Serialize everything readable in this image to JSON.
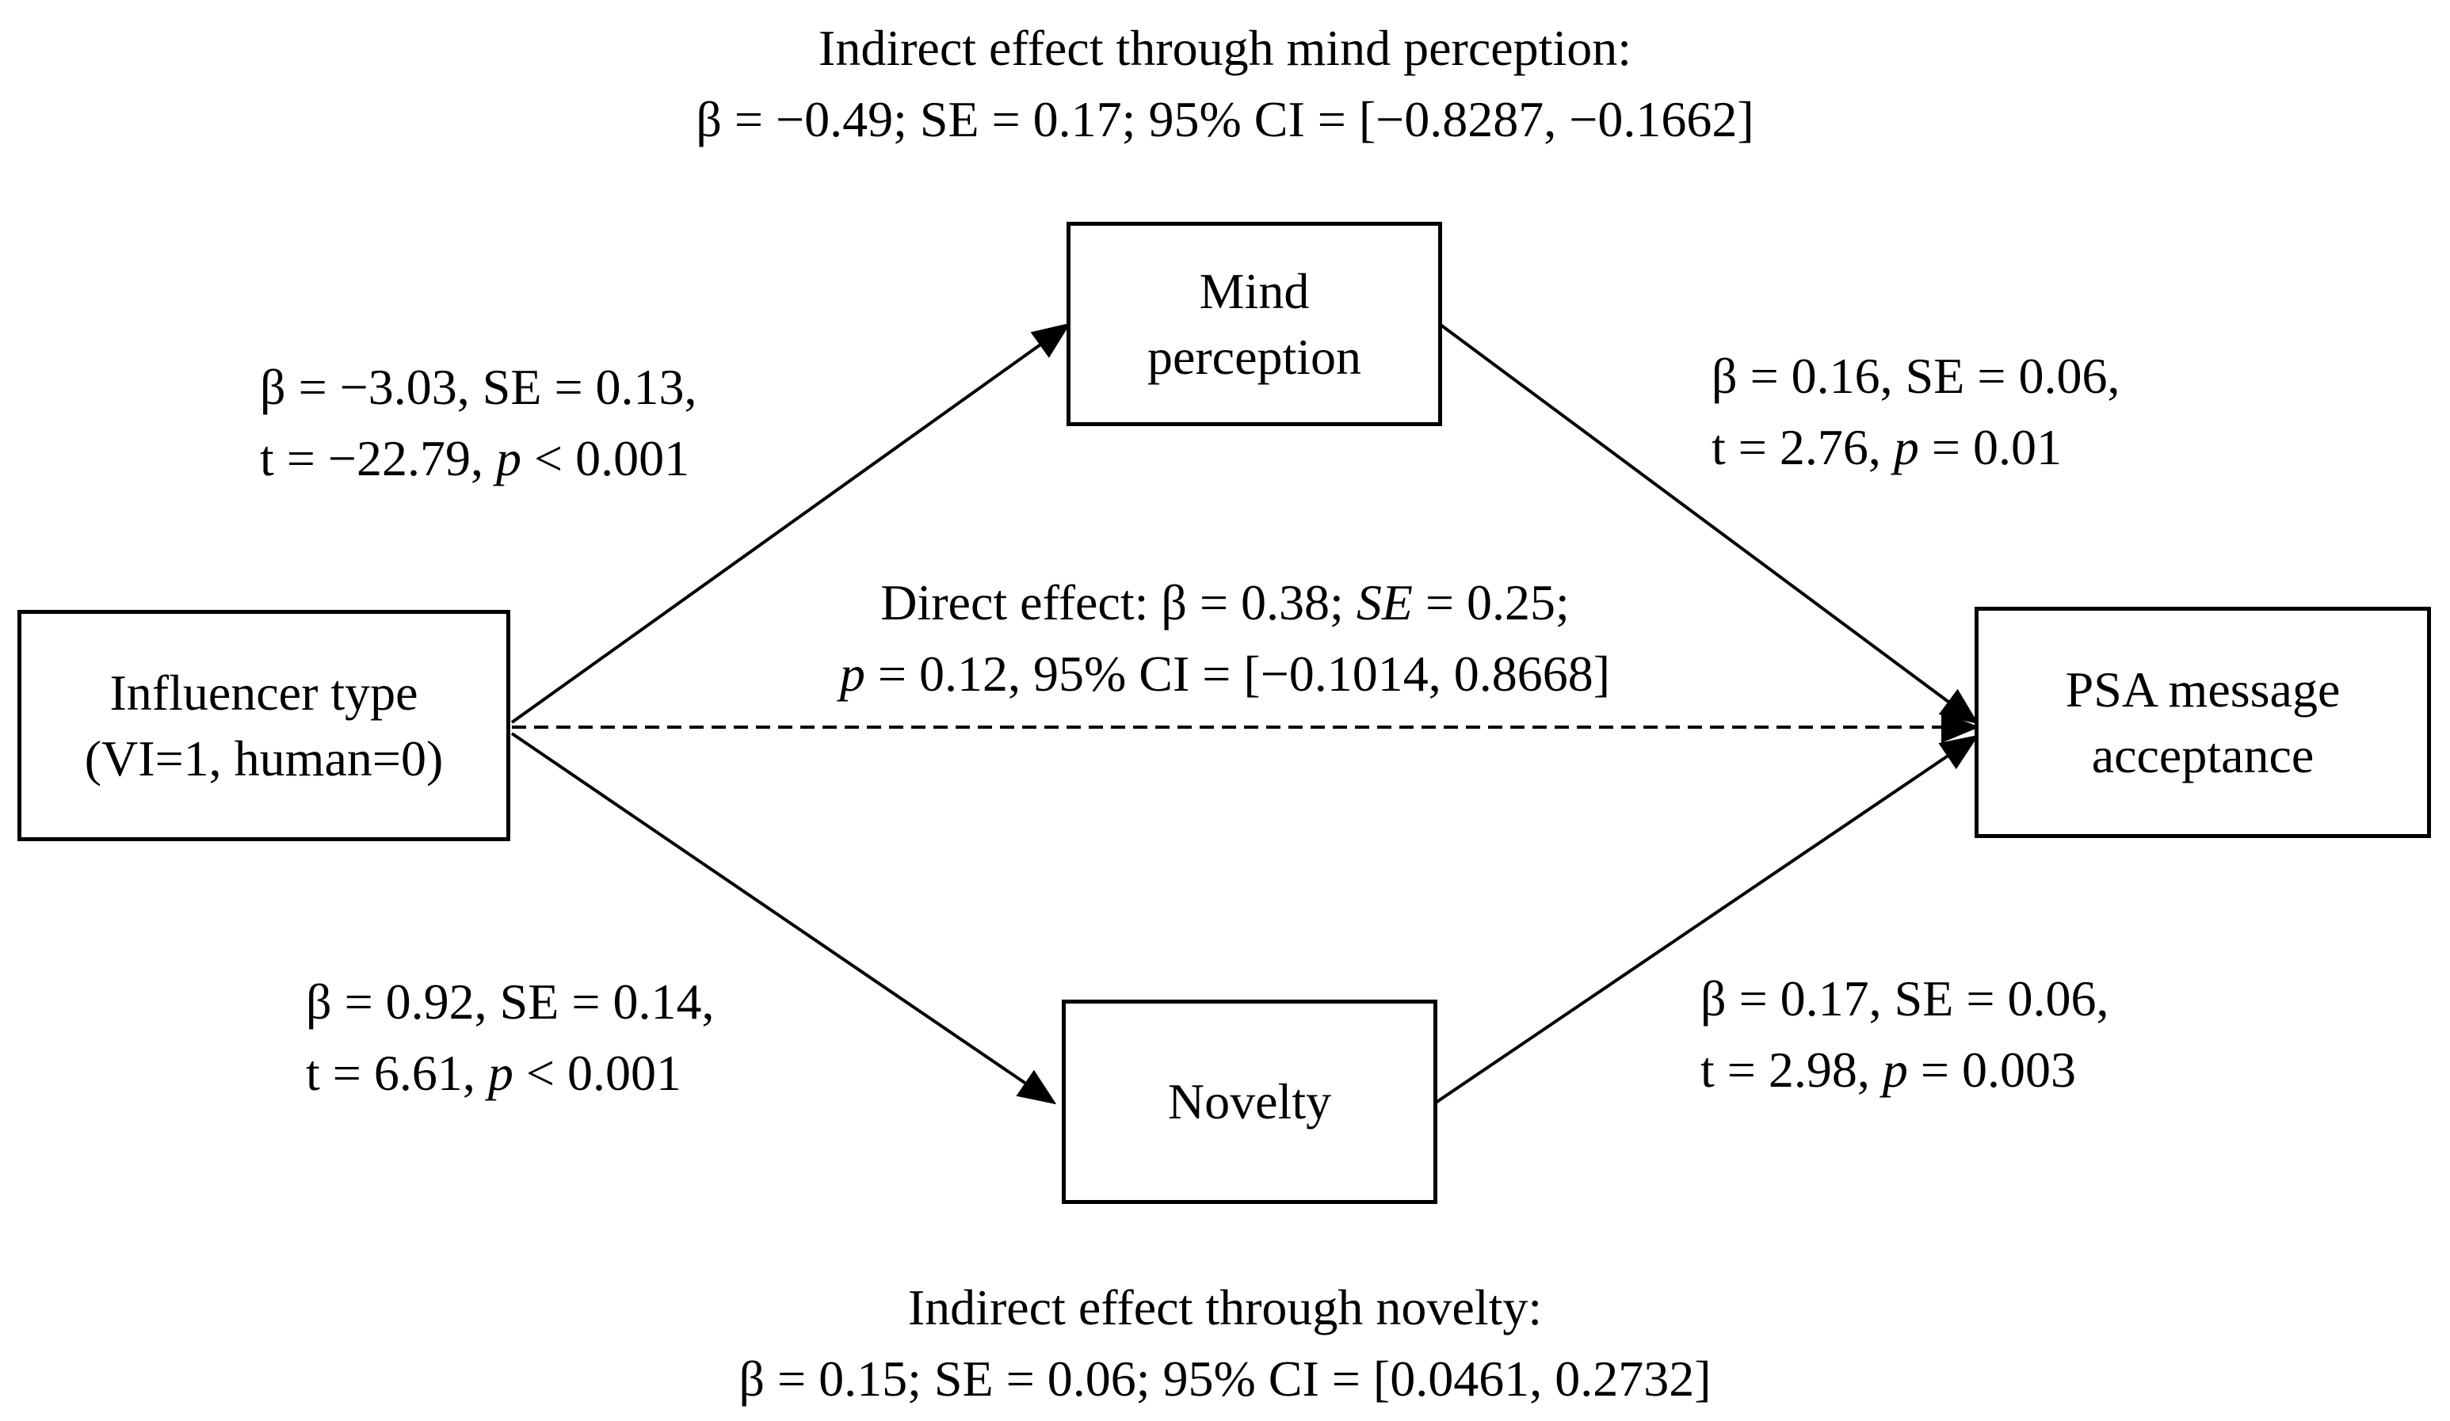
{
  "nodes": {
    "influencer": {
      "line1": "Influencer type",
      "line2": "(VI=1, human=0)"
    },
    "mind": {
      "line1": "Mind",
      "line2": "perception"
    },
    "novelty": {
      "line1": "Novelty"
    },
    "psa": {
      "line1": "PSA message",
      "line2": "acceptance"
    }
  },
  "labels": {
    "indirect_mind": {
      "line1": "Indirect effect through mind perception:",
      "line2": "β = −0.49; SE = 0.17; 95% CI = [−0.8287, −0.1662]"
    },
    "indirect_novelty": {
      "line1": "Indirect effect through novelty:",
      "line2": "β = 0.15; SE = 0.06; 95% CI = [0.0461, 0.2732]"
    },
    "path_a_mind": {
      "line1": "β = −3.03, SE = 0.13,",
      "line2_pre": "t = −22.79, ",
      "line2_p": "p",
      "line2_post": " < 0.001"
    },
    "path_b_mind": {
      "line1": "β = 0.16, SE = 0.06,",
      "line2_pre": "t = 2.76, ",
      "line2_p": "p",
      "line2_post": " = 0.01"
    },
    "path_a_novelty": {
      "line1": "β = 0.92, SE = 0.14,",
      "line2_pre": "t = 6.61, ",
      "line2_p": "p",
      "line2_post": " < 0.001"
    },
    "path_b_novelty": {
      "line1": "β  = 0.17, SE = 0.06,",
      "line2_pre": "t = 2.98, ",
      "line2_p": "p",
      "line2_post": " = 0.003"
    },
    "direct": {
      "line1_pre": "Direct effect: β = 0.38; ",
      "line1_se": "SE",
      "line1_post": " = 0.25;",
      "line2_p": "p",
      "line2_post": " = 0.12, 95% CI = [−0.1014, 0.8668]"
    }
  }
}
